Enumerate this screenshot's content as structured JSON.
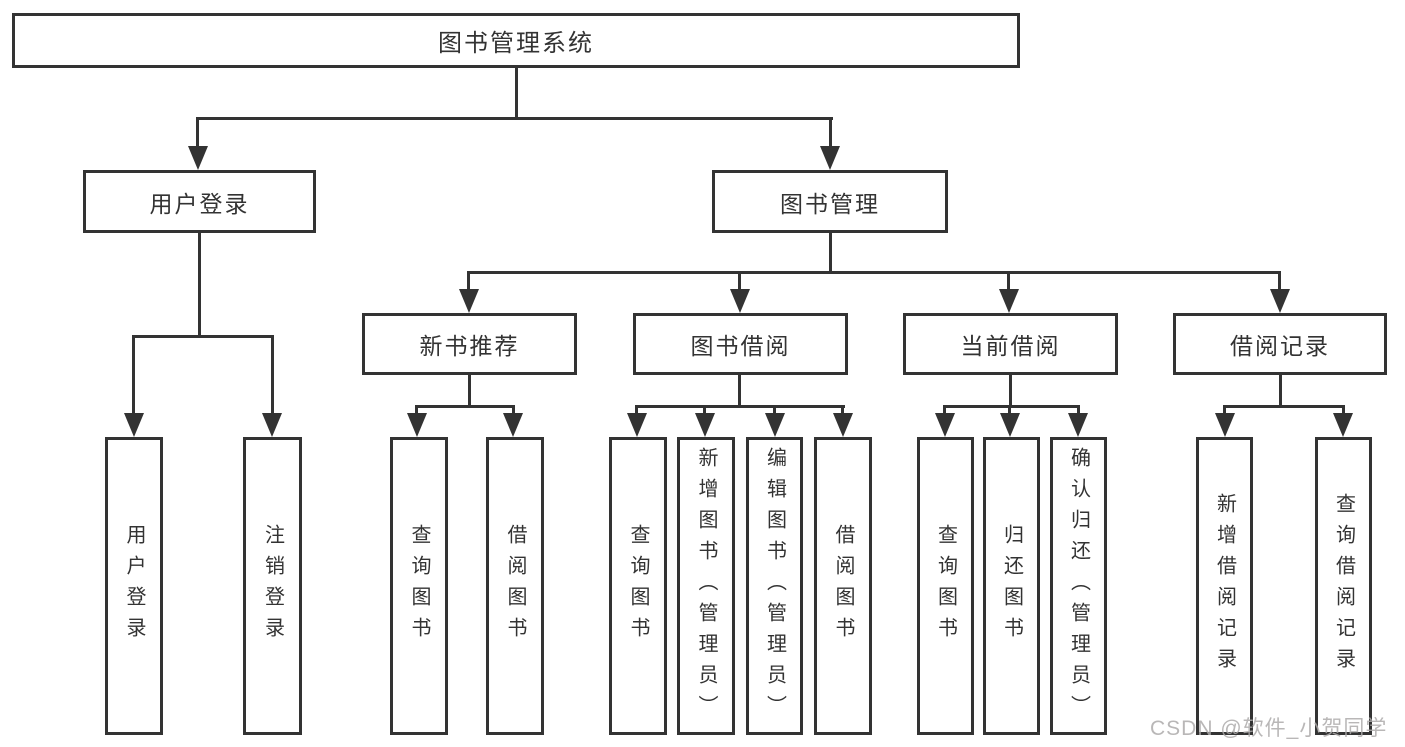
{
  "diagram": {
    "root": {
      "label": "图书管理系统"
    },
    "branches": [
      {
        "label": "用户登录",
        "children": [
          {
            "label": "用户登录"
          },
          {
            "label": "注销登录"
          }
        ]
      },
      {
        "label": "图书管理",
        "children": [
          {
            "label": "新书推荐",
            "children": [
              {
                "label": "查询图书"
              },
              {
                "label": "借阅图书"
              }
            ]
          },
          {
            "label": "图书借阅",
            "children": [
              {
                "label": "查询图书"
              },
              {
                "label": "新增图书（管理员）"
              },
              {
                "label": "编辑图书（管理员）"
              },
              {
                "label": "借阅图书"
              }
            ]
          },
          {
            "label": "当前借阅",
            "children": [
              {
                "label": "查询图书"
              },
              {
                "label": "归还图书"
              },
              {
                "label": "确认归还（管理员）"
              }
            ]
          },
          {
            "label": "借阅记录",
            "children": [
              {
                "label": "新增借阅记录"
              },
              {
                "label": "查询借阅记录"
              }
            ]
          }
        ]
      }
    ]
  },
  "watermark": {
    "text": "CSDN @软件_小贺同学"
  },
  "colors": {
    "line": "#333333",
    "box_border": "#333333",
    "box_fill": "#ffffff",
    "text": "#333333",
    "watermark": "#adaaaa",
    "background": "#ffffff"
  }
}
